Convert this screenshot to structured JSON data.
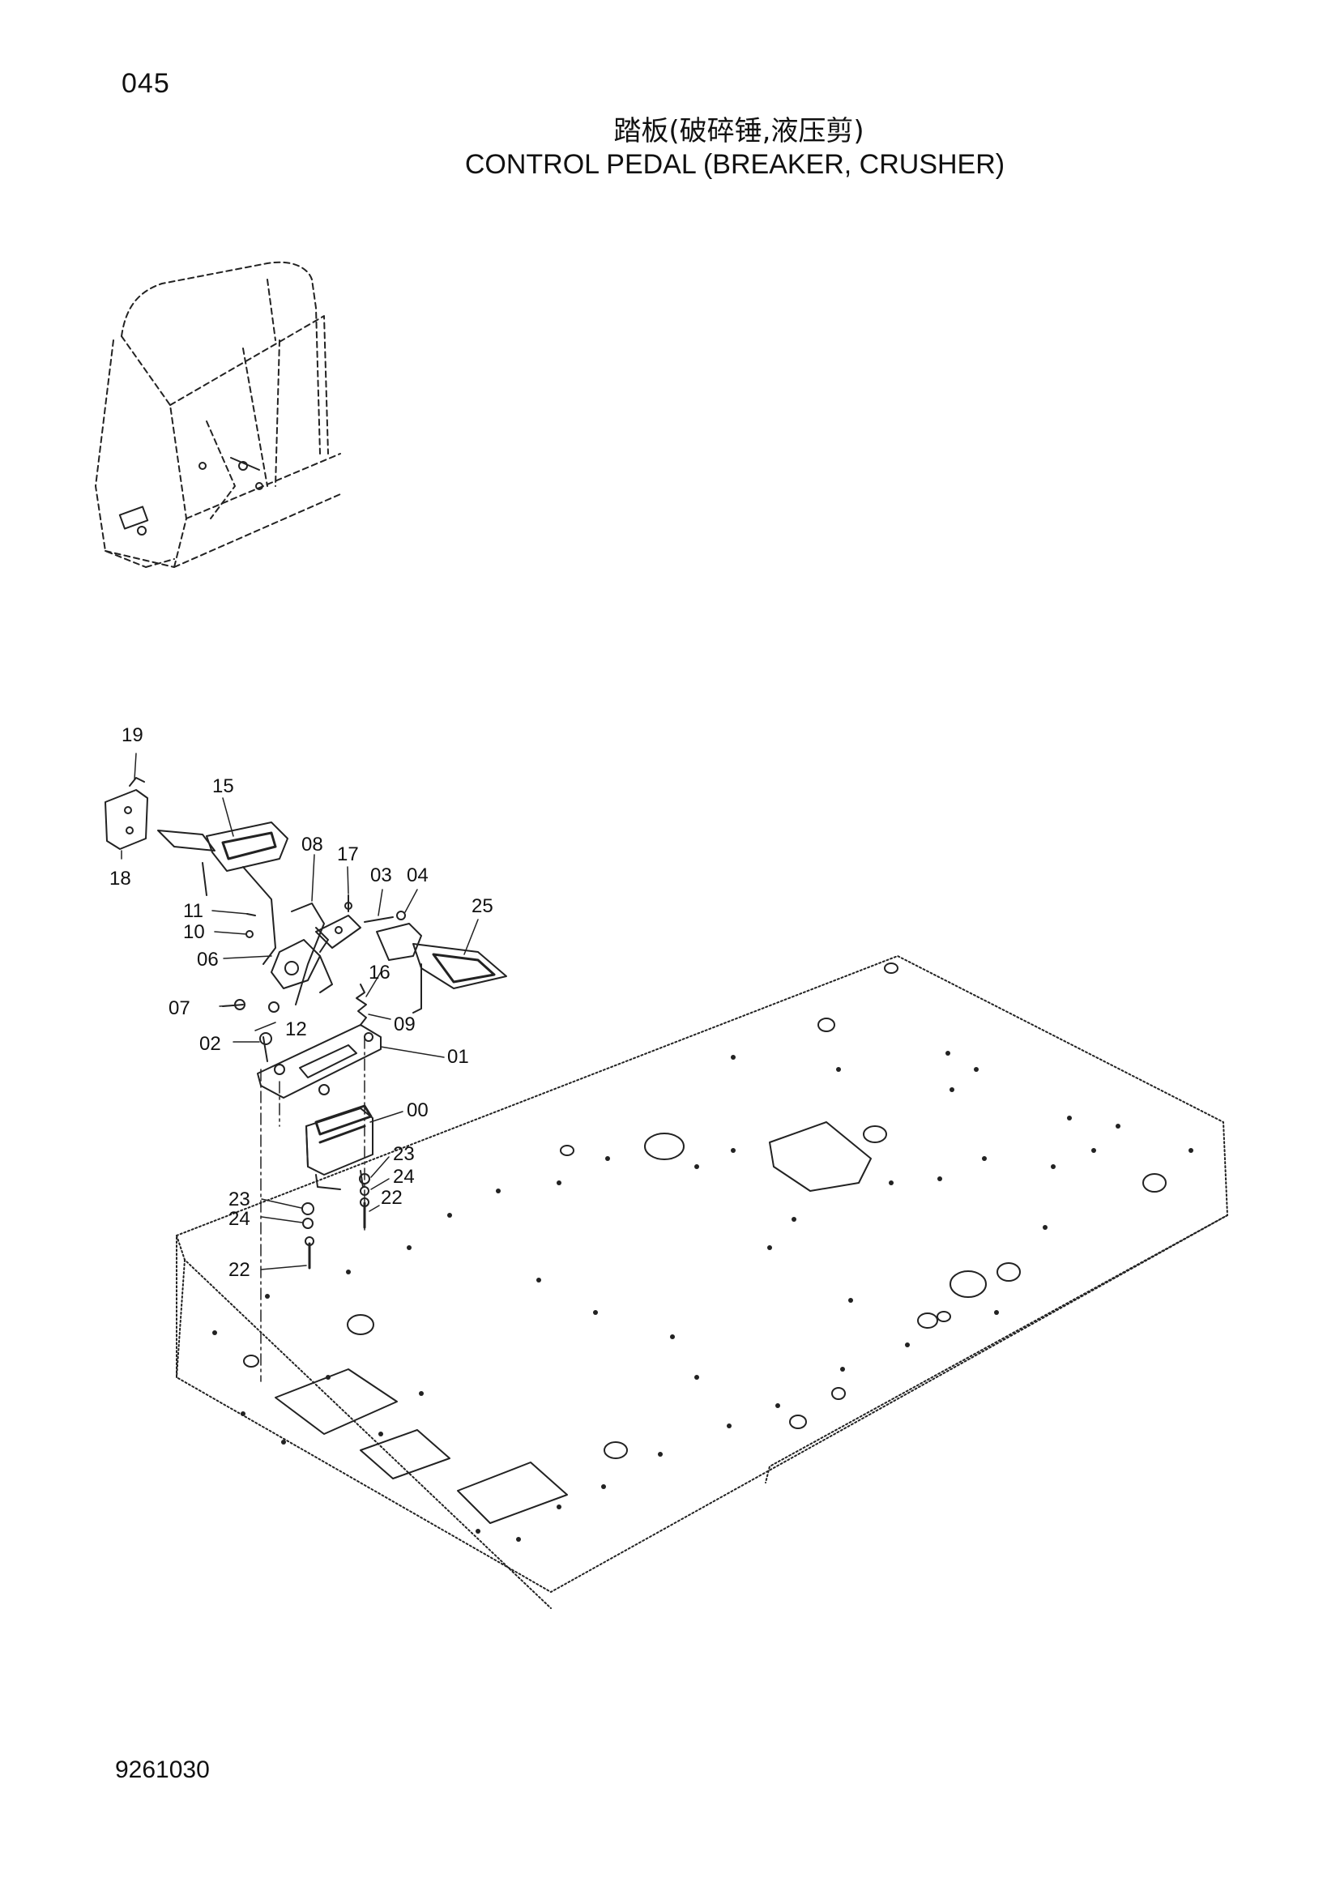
{
  "header": {
    "page_number": "045",
    "title_cn": "踏板(破碎锤,液压剪)",
    "title_en": "CONTROL  PEDAL  (BREAKER, CRUSHER)"
  },
  "footer": {
    "drawing_number": "9261030"
  },
  "diagram": {
    "part_labels": [
      {
        "id": "19",
        "text": "19"
      },
      {
        "id": "15",
        "text": "15"
      },
      {
        "id": "18a",
        "text": "18"
      },
      {
        "id": "08",
        "text": "08"
      },
      {
        "id": "17",
        "text": "17"
      },
      {
        "id": "03",
        "text": "03"
      },
      {
        "id": "04",
        "text": "04"
      },
      {
        "id": "25",
        "text": "25"
      },
      {
        "id": "11",
        "text": "11"
      },
      {
        "id": "10",
        "text": "10"
      },
      {
        "id": "06",
        "text": "06"
      },
      {
        "id": "16",
        "text": "16"
      },
      {
        "id": "07",
        "text": "07"
      },
      {
        "id": "12",
        "text": "12"
      },
      {
        "id": "09",
        "text": "09"
      },
      {
        "id": "02",
        "text": "02"
      },
      {
        "id": "01",
        "text": "01"
      },
      {
        "id": "00",
        "text": "00"
      },
      {
        "id": "23a",
        "text": "23"
      },
      {
        "id": "24a",
        "text": "24"
      },
      {
        "id": "22a",
        "text": "22"
      },
      {
        "id": "23b",
        "text": "23"
      },
      {
        "id": "24b",
        "text": "24"
      },
      {
        "id": "22b",
        "text": "22"
      }
    ]
  }
}
